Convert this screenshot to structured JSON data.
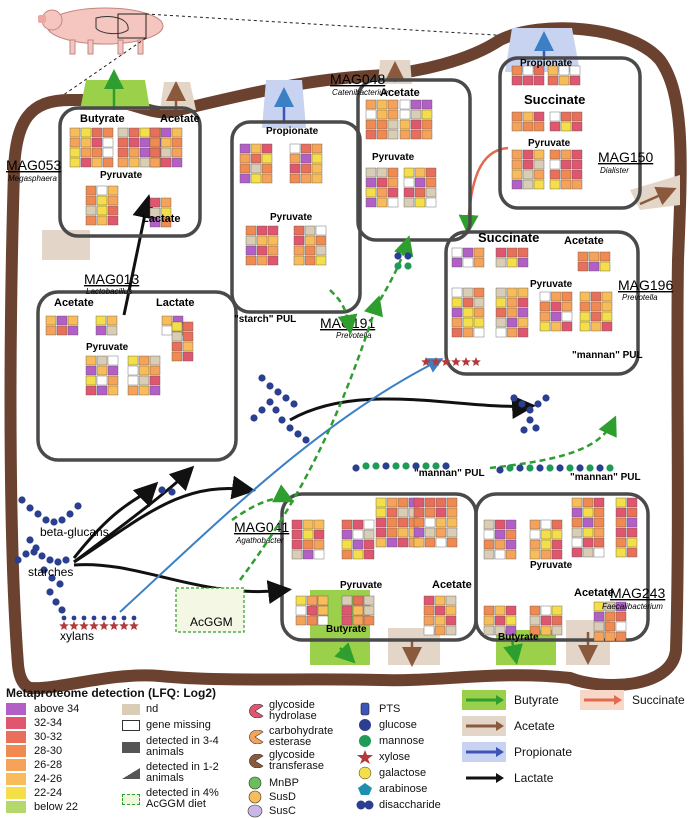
{
  "colors": {
    "above_34": "#b25fc6",
    "32_34": "#e0566e",
    "30_32": "#e86f5a",
    "28_30": "#f08a52",
    "26_28": "#f5a25a",
    "24_26": "#f8bd5a",
    "22_24": "#f4de4a",
    "below_22": "#b5d86a",
    "nd": "#d9cdb5",
    "butyrate": "#2e9e2e",
    "succinate": "#e46a4f",
    "acetate": "#8b5a3c",
    "propionate": "#3d55b8",
    "lactate": "#111111",
    "gut_wall": "#6b4230"
  },
  "mags": [
    {
      "id": "MAG053",
      "genus": "Megasphaera"
    },
    {
      "id": "MAG048",
      "genus": "Catenibacterium"
    },
    {
      "id": "MAG150",
      "genus": "Dialister"
    },
    {
      "id": "MAG013",
      "genus": "Lactobacillus"
    },
    {
      "id": "MAG191",
      "genus": "Prevotella"
    },
    {
      "id": "MAG196",
      "genus": "Prevotella"
    },
    {
      "id": "MAG041",
      "genus": "Agathobacter"
    },
    {
      "id": "MAG243",
      "genus": "Faecalibacterium"
    }
  ],
  "products": {
    "butyrate": "Butyrate",
    "acetate": "Acetate",
    "pyruvate": "Pyruvate",
    "lactate": "Lactate",
    "propionate": "Propionate",
    "succinate": "Succinate"
  },
  "puls": {
    "starch": "\"starch\" PUL",
    "mannan": "\"mannan\" PUL"
  },
  "substrates": {
    "beta_glucans": "beta-glucans",
    "starches": "starches",
    "xylans": "xylans",
    "acggm": "AcGGM"
  },
  "legend": {
    "title": "Metaproteome detection (LFQ: Log2)",
    "levels": [
      {
        "label": "above 34",
        "color": "#b25fc6"
      },
      {
        "label": "32-34",
        "color": "#e0566e"
      },
      {
        "label": "30-32",
        "color": "#e86f5a"
      },
      {
        "label": "28-30",
        "color": "#f08a52"
      },
      {
        "label": "26-28",
        "color": "#f5a25a"
      },
      {
        "label": "24-26",
        "color": "#f8bd5a"
      },
      {
        "label": "22-24",
        "color": "#f4de4a"
      },
      {
        "label": "below 22",
        "color": "#b5d86a"
      }
    ],
    "detection": {
      "nd": "nd",
      "gene_missing": "gene missing",
      "detected_3_4": "detected in 3-4 animals",
      "detected_1_2": "detected in 1-2 animals",
      "detected_diet": "detected in 4% AcGGM diet"
    },
    "enzymes": {
      "gh": "glycoside hydrolase",
      "ce": "carbohydrate esterase",
      "gt": "glycoside transferase",
      "mnbp": "MnBP",
      "susd": "SusD",
      "susc": "SusC"
    },
    "molecules": {
      "pts": "PTS",
      "glucose": "glucose",
      "mannose": "mannose",
      "xylose": "xylose",
      "galactose": "galactose",
      "arabinose": "arabinose",
      "disaccharide": "disaccharide"
    },
    "flows": {
      "butyrate": "Butyrate",
      "acetate": "Acetate",
      "propionate": "Propionate",
      "lactate": "Lactate",
      "succinate": "Succinate"
    }
  }
}
